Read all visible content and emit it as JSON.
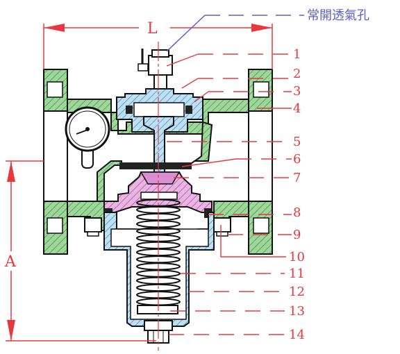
{
  "diagram": {
    "vent_label": "常開透氣孔",
    "dimension_L": "L",
    "dimension_A": "A",
    "part_numbers": [
      "1",
      "2",
      "3",
      "4",
      "5",
      "6",
      "7",
      "8",
      "9",
      "10",
      "11",
      "12",
      "13",
      "14"
    ]
  },
  "colors": {
    "leader_red": "#e8383d",
    "vent_blue": "#5b5fc7",
    "body_green": "#7fc97f",
    "bonnet_blue": "#8ec3e6",
    "seat_magenta": "#d98fd2",
    "outline": "#111111"
  }
}
